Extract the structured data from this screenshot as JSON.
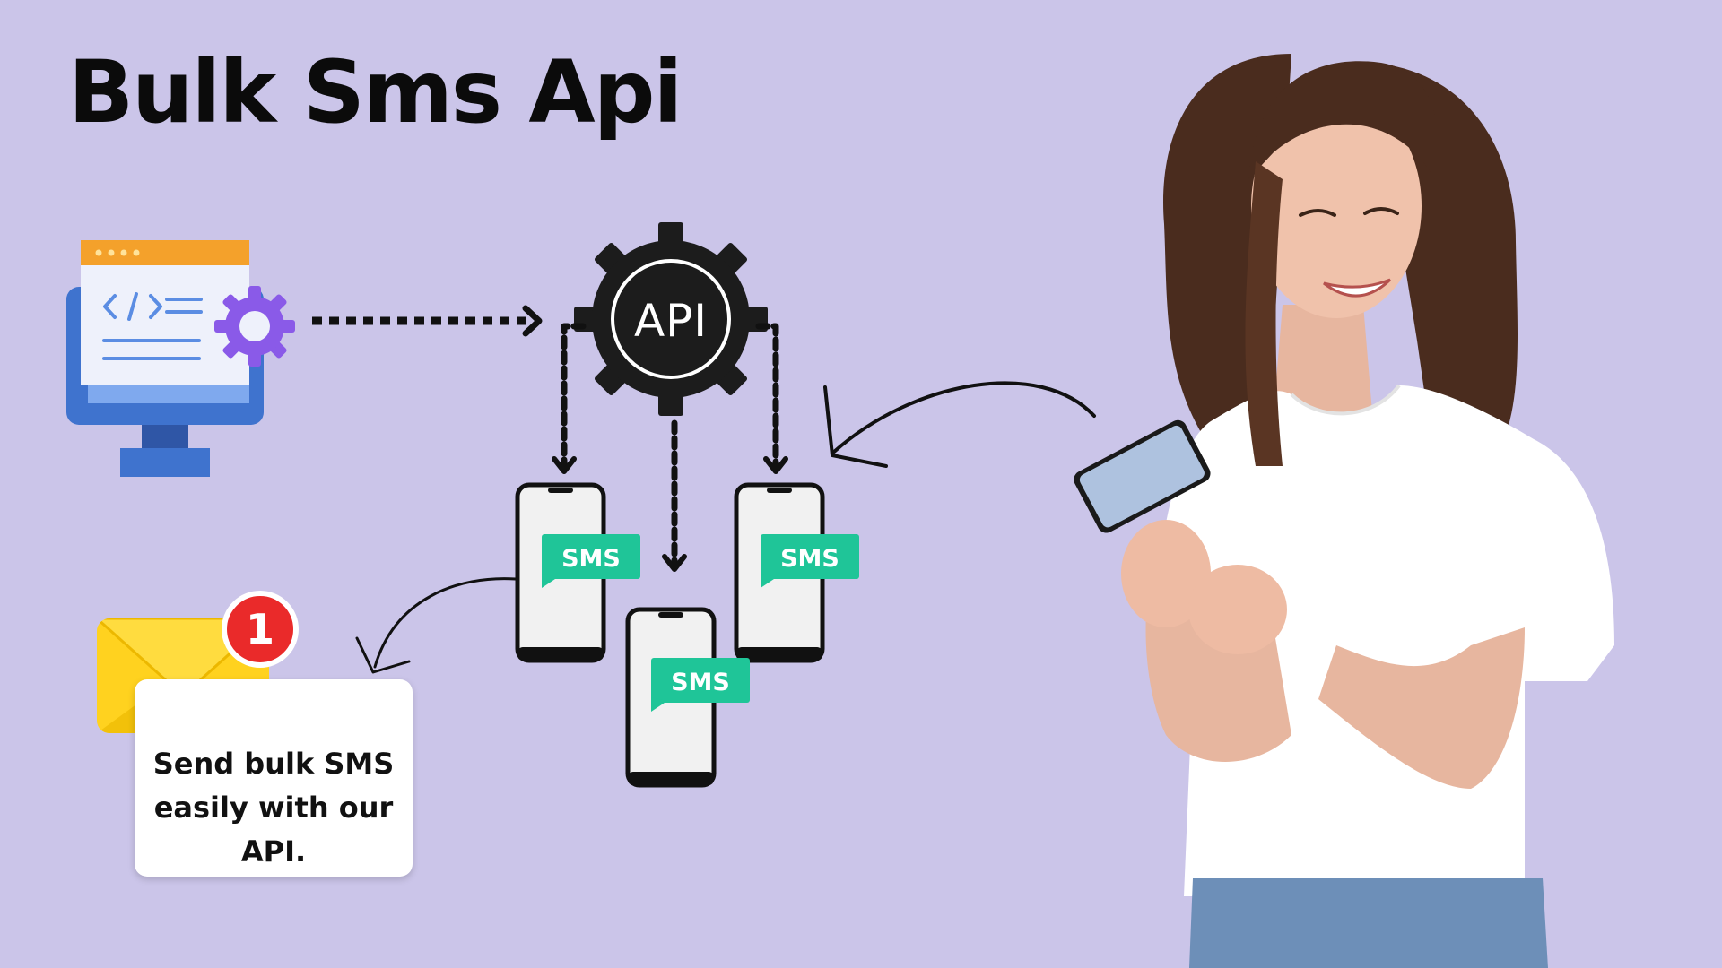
{
  "title": "Bulk Sms Api",
  "gear_label": "API",
  "phones": [
    {
      "sms_label": "SMS"
    },
    {
      "sms_label": "SMS"
    },
    {
      "sms_label": "SMS"
    }
  ],
  "notification": {
    "badge_count": "1",
    "message": "Send bulk SMS easily with our API."
  },
  "icons": {
    "computer": "computer-code-icon",
    "settings": "gear-icon",
    "api": "api-gear-icon",
    "mail": "envelope-icon",
    "person": "woman-with-phone-illustration"
  },
  "colors": {
    "background": "#cbc5e9",
    "sms_bubble": "#1fc598",
    "monitor_blue": "#3f73ce",
    "browser_bar": "#f4a12b",
    "settings_gear": "#8a5ae8",
    "envelope": "#ffd21f",
    "badge": "#ea2a2a",
    "gear_dark": "#1c1c1c"
  }
}
